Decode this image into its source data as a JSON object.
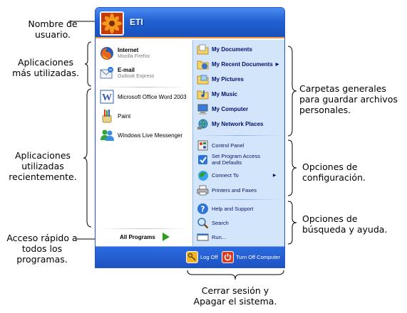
{
  "annotations": {
    "user_name_note": [
      "Nombre de",
      "usuario."
    ],
    "most_used_note": [
      "Aplicaciones",
      "más utilizadas."
    ],
    "recent_note": [
      "Aplicaciones",
      "utilizadas",
      "recientemente."
    ],
    "all_programs_note": [
      "Acceso rápido a",
      "todos los",
      "programas."
    ],
    "folders_note": [
      "Carpetas generales",
      "para guardar archivos",
      "personales."
    ],
    "config_note": [
      "Opciones de",
      "configuración."
    ],
    "help_note": [
      "Opciones de",
      "búsqueda y ayuda."
    ],
    "session_note": [
      "Cerrar sesión  y",
      "Apagar el sistema."
    ]
  },
  "start_menu": {
    "user": {
      "name": "ETI",
      "avatar_icon": "flower-icon"
    },
    "pinned": [
      {
        "title": "Internet",
        "subtitle": "Mozilla Firefox",
        "icon": "firefox-icon"
      },
      {
        "title": "E-mail",
        "subtitle": "Outlook Express",
        "icon": "outlook-express-icon"
      }
    ],
    "recent": [
      {
        "label": "Microsoft Office Word 2003",
        "icon": "word-icon"
      },
      {
        "label": "Paint",
        "icon": "paint-icon"
      },
      {
        "label": "Windows Live Messenger",
        "icon": "messenger-icon"
      }
    ],
    "all_programs": "All Programs",
    "places": [
      {
        "label": "My Documents",
        "icon": "folder-icon"
      },
      {
        "label": "My Recent Documents",
        "icon": "recent-documents-icon",
        "arrow": "▶"
      },
      {
        "label": "My Pictures",
        "icon": "pictures-folder-icon"
      },
      {
        "label": "My Music",
        "icon": "music-folder-icon"
      },
      {
        "label": "My Computer",
        "icon": "computer-icon"
      },
      {
        "label": "My Network Places",
        "icon": "network-icon"
      }
    ],
    "settings": [
      {
        "label": "Control Panel",
        "icon": "control-panel-icon"
      },
      {
        "label": "Set Program Access and Defaults",
        "icon": "program-access-icon"
      },
      {
        "label": "Connect To",
        "icon": "connect-icon",
        "arrow": "▶"
      },
      {
        "label": "Printers and Faxes",
        "icon": "printer-icon"
      }
    ],
    "help": [
      {
        "label": "Help and Support",
        "icon": "help-icon"
      },
      {
        "label": "Search",
        "icon": "search-icon"
      },
      {
        "label": "Run...",
        "icon": "run-icon"
      }
    ],
    "footer": {
      "log_off": "Log Off",
      "turn_off": "Turn Off Computer"
    }
  },
  "colors": {
    "header_blue": "#2161d3",
    "right_panel": "#d3e5fa",
    "orange_rule": "#f09a3a",
    "footer_blue": "#1d52c2"
  }
}
